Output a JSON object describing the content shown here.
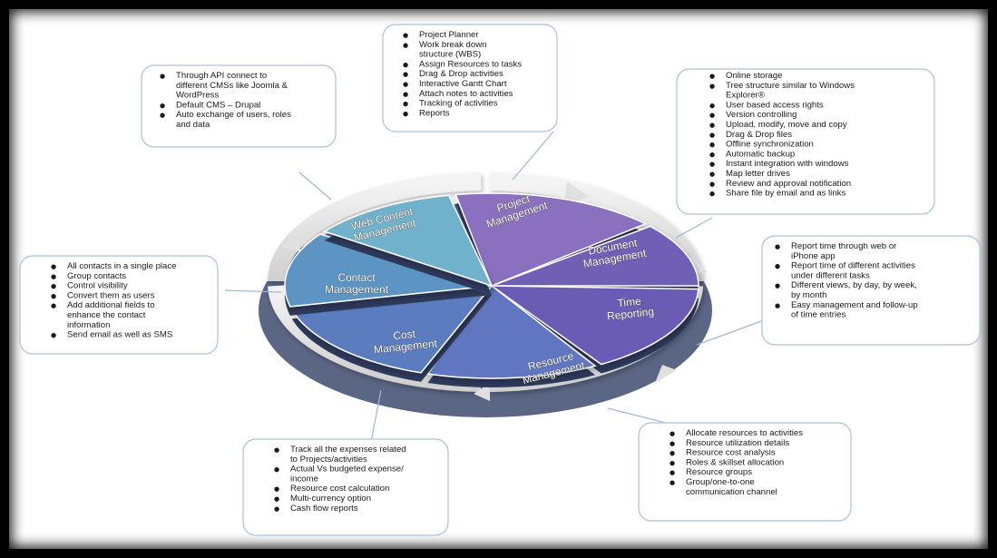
{
  "diagram": {
    "segments": [
      {
        "id": "project",
        "label_lines": [
          "Project",
          "Management"
        ],
        "color": "#8a6fbf"
      },
      {
        "id": "document",
        "label_lines": [
          "Document",
          "Management"
        ],
        "color": "#7060b5"
      },
      {
        "id": "time",
        "label_lines": [
          "Time",
          "Reporting"
        ],
        "color": "#6a5cb4"
      },
      {
        "id": "resource",
        "label_lines": [
          "Resource",
          "Management"
        ],
        "color": "#6076c1"
      },
      {
        "id": "cost",
        "label_lines": [
          "Cost",
          "Management"
        ],
        "color": "#5b7cc0"
      },
      {
        "id": "contact",
        "label_lines": [
          "Contact",
          "Management"
        ],
        "color": "#5b95c4"
      },
      {
        "id": "web",
        "label_lines": [
          "Web Content",
          "Management"
        ],
        "color": "#6fb2cc"
      }
    ],
    "callouts": [
      {
        "id": "project",
        "lines": [
          {
            "t": "Project Planner",
            "b": true
          },
          {
            "t": "Work break down",
            "b": true
          },
          {
            "t": "structure (WBS)",
            "b": false
          },
          {
            "t": "Assign Resources to tasks",
            "b": true
          },
          {
            "t": "Drag & Drop activities",
            "b": true
          },
          {
            "t": "Interactive Gantt Chart",
            "b": true
          },
          {
            "t": "Attach notes to activities",
            "b": true
          },
          {
            "t": "Tracking of activities",
            "b": true
          },
          {
            "t": "Reports",
            "b": true
          }
        ]
      },
      {
        "id": "web",
        "lines": [
          {
            "t": "Through API connect to",
            "b": true
          },
          {
            "t": "different CMSs like Joomla &",
            "b": false
          },
          {
            "t": "WordPress",
            "b": false
          },
          {
            "t": "Default CMS – Drupal",
            "b": true
          },
          {
            "t": "Auto exchange of users, roles",
            "b": true
          },
          {
            "t": "and data",
            "b": false
          }
        ]
      },
      {
        "id": "document",
        "lines": [
          {
            "t": "Online storage",
            "b": true
          },
          {
            "t": "Tree structure similar to Windows",
            "b": true
          },
          {
            "t": "Explorer®",
            "b": false
          },
          {
            "t": "User based access rights",
            "b": true
          },
          {
            "t": "Version controlling",
            "b": true
          },
          {
            "t": "Upload, modify, move  and copy",
            "b": true
          },
          {
            "t": "Drag & Drop files",
            "b": true
          },
          {
            "t": "Offline synchronization",
            "b": true
          },
          {
            "t": "Automatic backup",
            "b": true
          },
          {
            "t": "Instant integration with windows",
            "b": true
          },
          {
            "t": "Map letter drives",
            "b": true
          },
          {
            "t": "Review and approval notification",
            "b": true
          },
          {
            "t": "Share file by email and as links",
            "b": true
          }
        ]
      },
      {
        "id": "time",
        "lines": [
          {
            "t": "Report time through web or",
            "b": true
          },
          {
            "t": "iPhone app",
            "b": false
          },
          {
            "t": "Report time of different  activities",
            "b": true
          },
          {
            "t": "under different tasks",
            "b": false
          },
          {
            "t": "Different views, by day, by week,",
            "b": true
          },
          {
            "t": "by month",
            "b": false
          },
          {
            "t": "Easy management and follow-up",
            "b": true
          },
          {
            "t": "of time entries",
            "b": false
          }
        ]
      },
      {
        "id": "contact",
        "lines": [
          {
            "t": "All contacts in a single place",
            "b": true
          },
          {
            "t": "Group contacts",
            "b": true
          },
          {
            "t": "Control visibility",
            "b": true
          },
          {
            "t": "Convert them as users",
            "b": true
          },
          {
            "t": "Add additional fields to",
            "b": true
          },
          {
            "t": "enhance the contact",
            "b": false
          },
          {
            "t": "information",
            "b": false
          },
          {
            "t": "Send email as well as SMS",
            "b": true
          }
        ]
      },
      {
        "id": "cost",
        "lines": [
          {
            "t": "Track all the expenses related",
            "b": true
          },
          {
            "t": "to Projects/activities",
            "b": false
          },
          {
            "t": "Actual Vs budgeted expense/",
            "b": true
          },
          {
            "t": "income",
            "b": false
          },
          {
            "t": "Resource cost calculation",
            "b": true
          },
          {
            "t": "Multi-currency option",
            "b": true
          },
          {
            "t": "Cash flow reports",
            "b": true
          }
        ]
      },
      {
        "id": "resource",
        "lines": [
          {
            "t": "Allocate resources to activities",
            "b": true
          },
          {
            "t": "Resource utilization details",
            "b": true
          },
          {
            "t": "Resource cost analysis",
            "b": true
          },
          {
            "t": "Roles & skillset allocation",
            "b": true
          },
          {
            "t": "Resource groups",
            "b": true
          },
          {
            "t": "Group/one-to-one",
            "b": true
          },
          {
            "t": "communication channel",
            "b": false
          }
        ]
      }
    ]
  }
}
